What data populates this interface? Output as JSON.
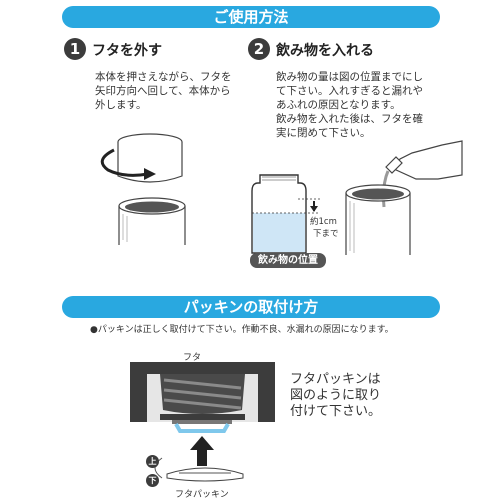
{
  "section1": {
    "title": "ご使用方法",
    "steps": [
      {
        "number": "1",
        "title": "フタを外す",
        "lines": [
          "本体を押さえながら、フタを",
          "矢印方向へ回して、本体から",
          "外します。"
        ]
      },
      {
        "number": "2",
        "title": "飲み物を入れる",
        "lines": [
          "飲み物の量は図の位置までにし",
          "て下さい。入れすぎると漏れや",
          "あふれの原因となります。",
          "飲み物を入れた後は、フタを確",
          "実に閉めて下さい。"
        ]
      }
    ],
    "fill_level_tag": "飲み物の位置",
    "measure_lines": [
      "約1cm",
      "下まで"
    ]
  },
  "section2": {
    "title": "パッキンの取付け方",
    "note": "●パッキンは正しく取付けて下さい。作動不良、水漏れの原因になります。",
    "lid_label": "フタ",
    "instruction_lines": [
      "フタパッキンは",
      "図のように取り",
      "付けて下さい。"
    ],
    "top_label": "上",
    "bottom_label": "下",
    "packing_label": "フタパッキン"
  },
  "colors": {
    "banner": "#29a8e0",
    "packing_blue": "#7fc8ec",
    "dark": "#3c3c3c",
    "water": "#cfe6f6"
  }
}
